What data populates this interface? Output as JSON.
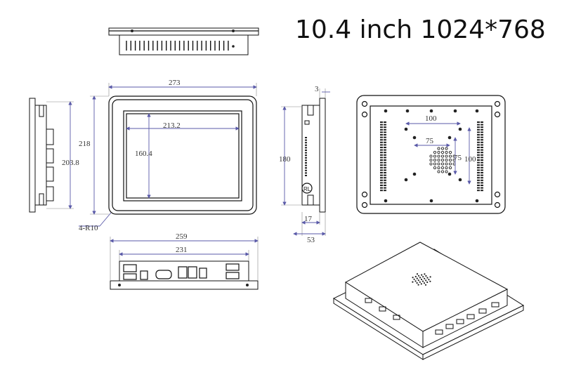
{
  "title": "10.4 inch 1024*768",
  "dimensions": {
    "front_width": "273",
    "front_height": "218",
    "screen_width": "213.2",
    "screen_height": "160.4",
    "corner_radius": "4-R10",
    "side_height": "203.8",
    "right_side_height": "180",
    "bezel_thickness": "3",
    "side_depth_inner": "17",
    "side_depth_total": "53",
    "bottom_outer": "259",
    "bottom_inner": "231",
    "vesa_outer_h": "100",
    "vesa_outer_v": "100",
    "vesa_inner_h": "75",
    "vesa_inner_v": "75"
  }
}
